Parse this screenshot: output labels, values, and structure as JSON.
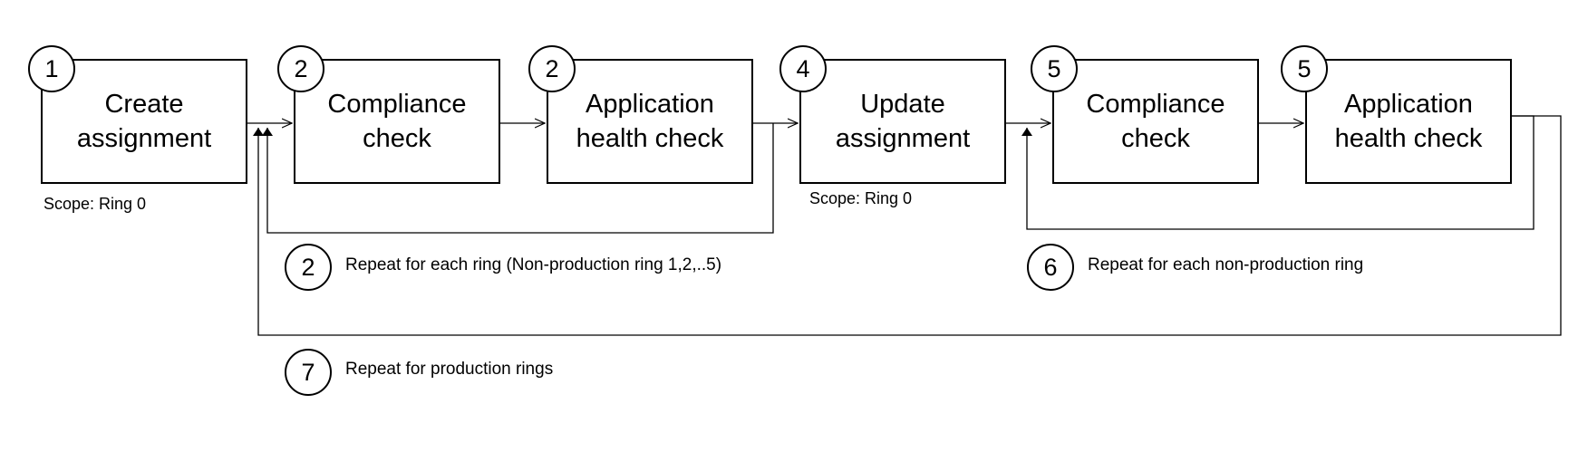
{
  "steps": [
    {
      "badge": "1",
      "label": "Create\nassignment"
    },
    {
      "badge": "2",
      "label": "Compliance\ncheck"
    },
    {
      "badge": "2",
      "label": "Application\nhealth check"
    },
    {
      "badge": "4",
      "label": "Update\nassignment"
    },
    {
      "badge": "5",
      "label": "Compliance\ncheck"
    },
    {
      "badge": "5",
      "label": "Application\nhealth check"
    }
  ],
  "scopes": [
    "Scope: Ring 0",
    "Scope: Ring 0"
  ],
  "loops": [
    {
      "badge": "2",
      "text": "Repeat for each ring (Non-production ring 1,2,..5)"
    },
    {
      "badge": "6",
      "text": "Repeat for each non-production ring"
    },
    {
      "badge": "7",
      "text": "Repeat for production rings"
    }
  ]
}
